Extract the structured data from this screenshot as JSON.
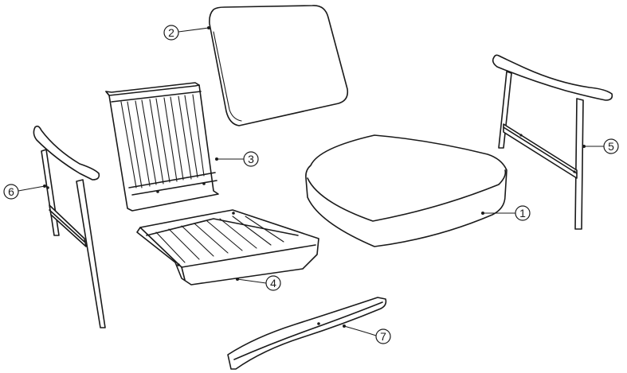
{
  "callouts": [
    {
      "label": "1",
      "part": "seat-cushion"
    },
    {
      "label": "2",
      "part": "back-cushion"
    },
    {
      "label": "3",
      "part": "backrest-frame"
    },
    {
      "label": "4",
      "part": "seat-frame"
    },
    {
      "label": "5",
      "part": "right-side-frame"
    },
    {
      "label": "6",
      "part": "left-side-frame"
    },
    {
      "label": "7",
      "part": "front-rail"
    }
  ],
  "colors": {
    "stroke": "#1a1a1a",
    "fill": "#ffffff"
  }
}
